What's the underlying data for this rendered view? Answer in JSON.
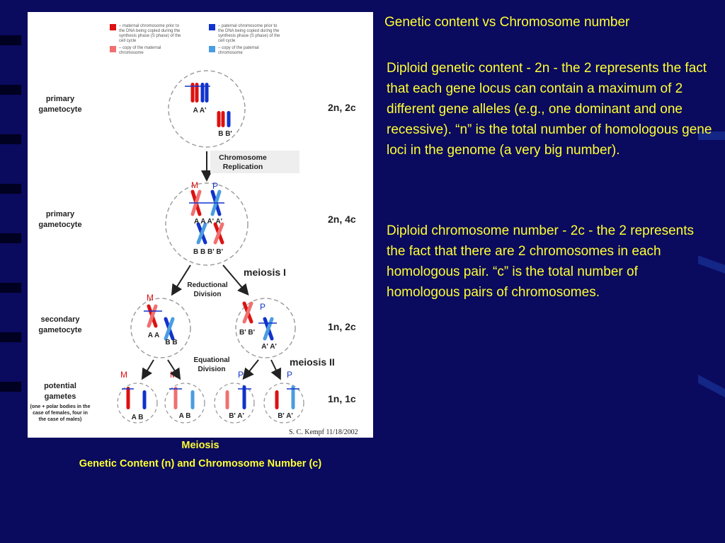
{
  "slide": {
    "title": "Genetic content vs Chromosome number",
    "paragraph1": "Diploid genetic content - 2n - the 2 represents the fact that each gene locus can contain a maximum of 2 different gene alleles (e.g., one dominant and one recessive). “n” is the total number of homologous gene loci in the genome (a very big number).",
    "paragraph2": "Diploid chromosome number - 2c - the 2 represents the fact that there are 2 chromosomes in each homologous pair. “c” is the total number of homologous pairs of chromosomes."
  },
  "figure": {
    "caption_line1": "Meiosis",
    "caption_line2": "Genetic Content (n) and Chromosome Number (c)",
    "signature": "S. C. Kempf  11/18/2002",
    "legend": {
      "maternal_prior": [
        "– maternal chromosome prior to",
        "the DNA being copied during the",
        "synthesis phase (S phase) of the",
        "cell cycle"
      ],
      "paternal_prior": [
        "– paternal chromosome prior to",
        "the DNA being copied during the",
        "synthesis phase (S phase) of the",
        "cell cycle"
      ],
      "maternal_copy": [
        "– copy of the maternal",
        "chromosome"
      ],
      "paternal_copy": [
        "– copy of the paternal",
        "chromosome"
      ]
    },
    "stages": {
      "primary1": [
        "primary",
        "gametocyte"
      ],
      "primary2": [
        "primary",
        "gametocyte"
      ],
      "secondary": [
        "secondary",
        "gametocyte"
      ],
      "gametes": [
        "potential",
        "gametes"
      ],
      "gametes_note": [
        "(one + polar bodies in the",
        "case of females, four in",
        "the case of males)"
      ]
    },
    "ratios": {
      "r1": "2n, 2c",
      "r2": "2n, 4c",
      "r3": "1n, 2c",
      "r4": "1n, 1c"
    },
    "processes": {
      "replication": [
        "Chromosome",
        "Replication"
      ],
      "reductional": [
        "Reductional",
        "Division"
      ],
      "equational": [
        "Equational",
        "Division"
      ],
      "meiosis1": "meiosis I",
      "meiosis2": "meiosis II"
    },
    "allele_labels": {
      "c1_top": "A   A'",
      "c1_bot": "B   B'",
      "c2_top": "A  A  A' A'",
      "c2_bot": "B  B  B' B'",
      "c3_top": "A  A",
      "c3_bot": "B  B",
      "c4_top": "B'  B'",
      "c4_bot": "A'  A'",
      "g1": "A    B",
      "g2": "A    B",
      "g3": "B'   A'",
      "g4": "B'   A'"
    },
    "marks": {
      "m": "M",
      "p": "P"
    },
    "colors": {
      "maternal": "#dd1111",
      "maternal_copy": "#f07070",
      "paternal": "#1133cc",
      "paternal_copy": "#4a9de0",
      "text_yellow": "#ffff33",
      "background": "#0a0a5e"
    }
  }
}
